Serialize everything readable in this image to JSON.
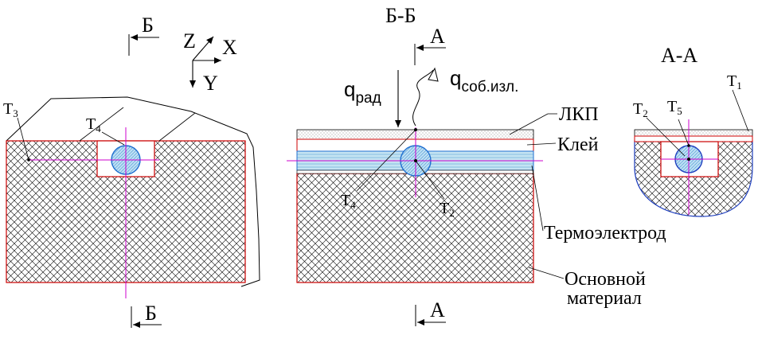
{
  "labels": {
    "section_left_top": "Б",
    "section_left_bottom": "Б",
    "section_mid_title": "Б-Б",
    "section_mid_top": "А",
    "section_mid_bottom": "А",
    "section_right_title": "А-А",
    "axis_z": "Z",
    "axis_x": "X",
    "axis_y": "Y",
    "q_rad_base": "q",
    "q_rad_sub": "рад",
    "q_self_base": "q",
    "q_self_sub": "соб.изл.",
    "lkp": "ЛКП",
    "glue": "Клей",
    "thermo": "Термоэлектрод",
    "base_line1": "Основной",
    "base_line2": "материал",
    "t3": {
      "base": "T",
      "sub": "3"
    },
    "t4_left": {
      "base": "T",
      "sub": "4"
    },
    "t4_mid": {
      "base": "T",
      "sub": "4"
    },
    "t2_mid": {
      "base": "T",
      "sub": "2"
    },
    "t1": {
      "base": "T",
      "sub": "1"
    },
    "t2_right": {
      "base": "T",
      "sub": "2"
    },
    "t5": {
      "base": "T",
      "sub": "5"
    }
  },
  "colors": {
    "outline_red": "#cc0000",
    "centerline_magenta": "#cc00cc",
    "circle_blue": "#1f6fd0",
    "thermo_fill": "#c4e3f2",
    "thermo_stripe": "#5aa0d8",
    "dots_fill": "#888888",
    "hatch": "#000000"
  }
}
